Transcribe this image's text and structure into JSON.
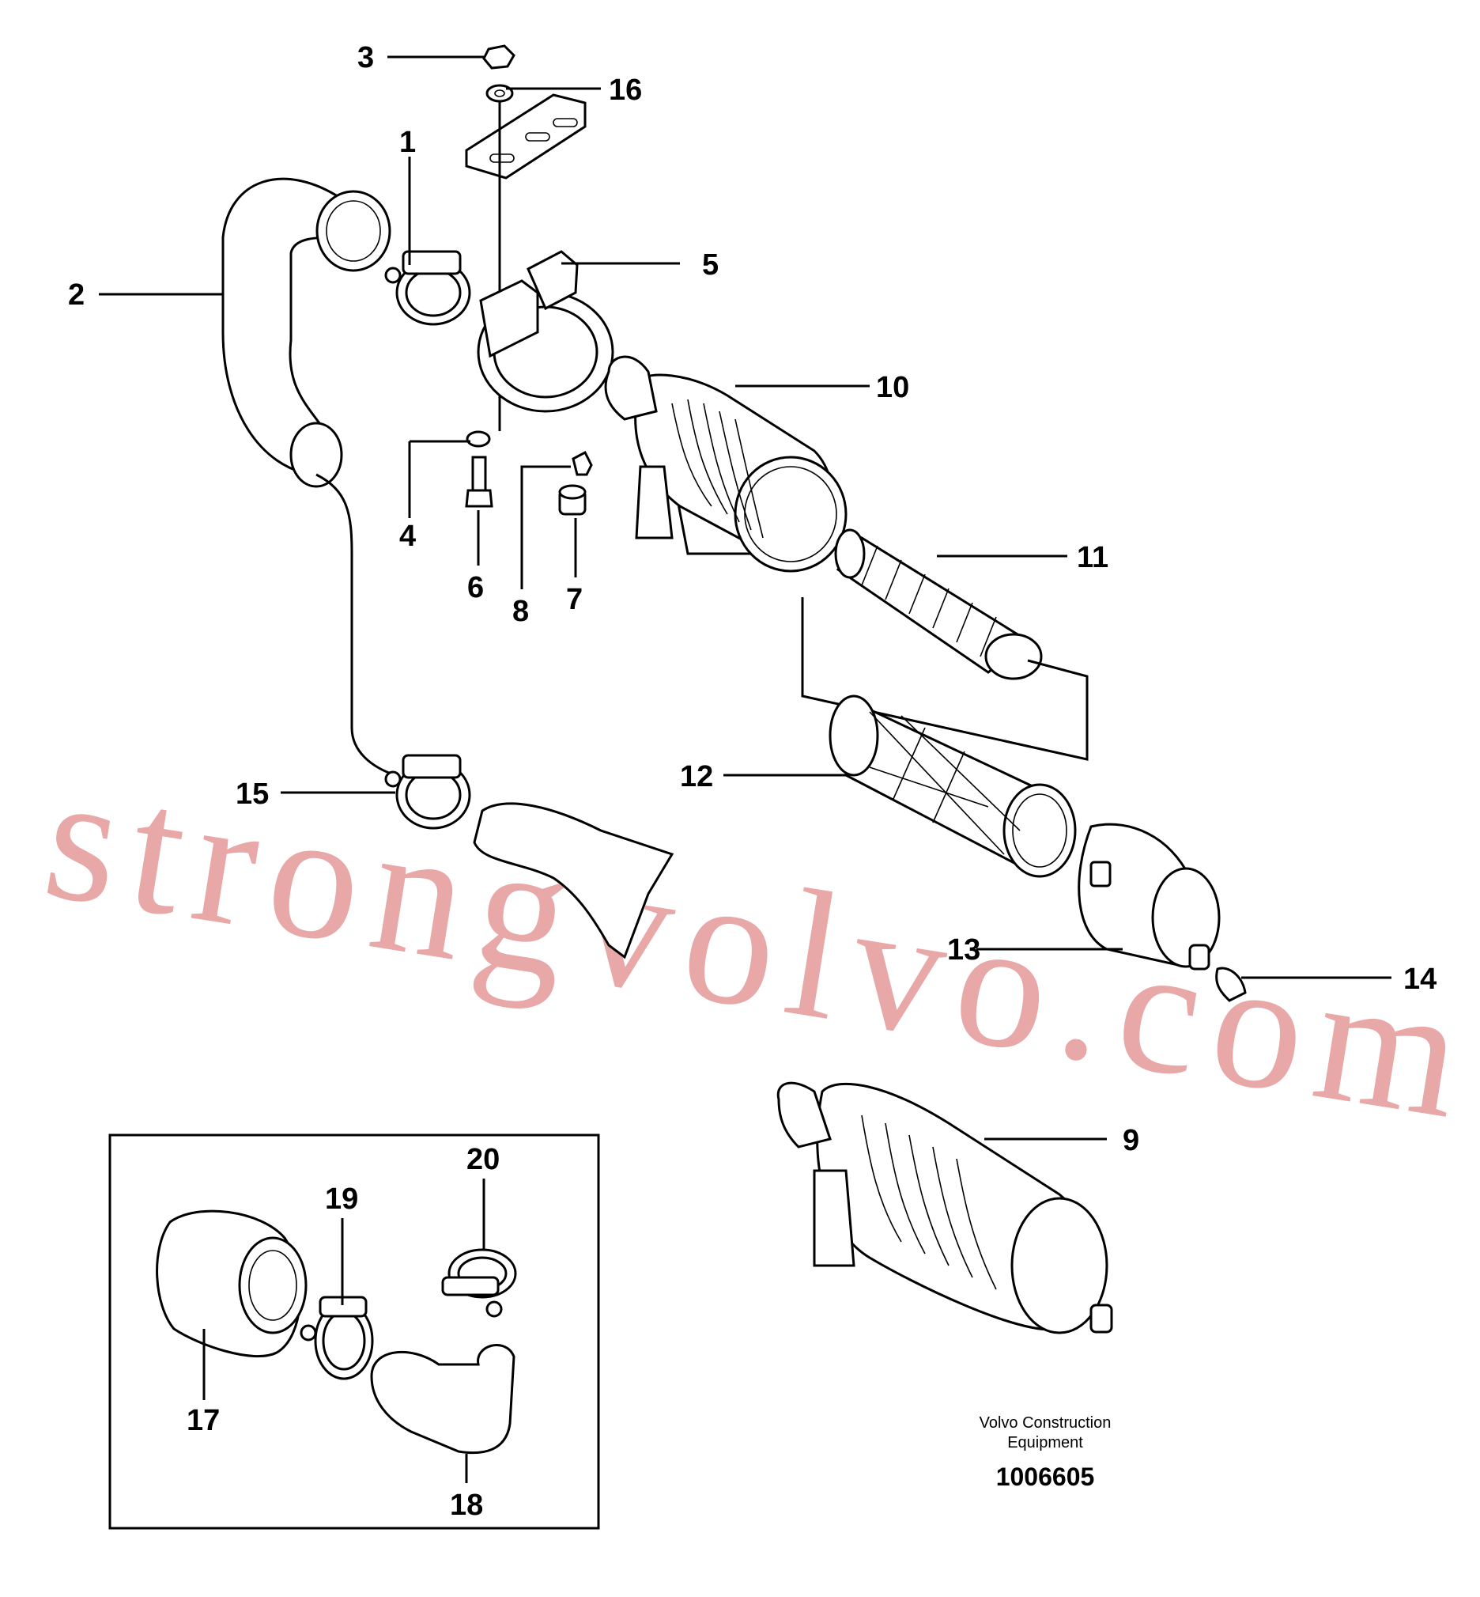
{
  "callouts": [
    "1",
    "2",
    "3",
    "4",
    "5",
    "6",
    "7",
    "8",
    "9",
    "10",
    "11",
    "12",
    "13",
    "14",
    "15",
    "16",
    "17",
    "18",
    "19",
    "20"
  ],
  "credit": {
    "line1": "Volvo Construction",
    "line2": "Equipment"
  },
  "drawing_number": "1006605",
  "watermark": "strongvolvo.com"
}
